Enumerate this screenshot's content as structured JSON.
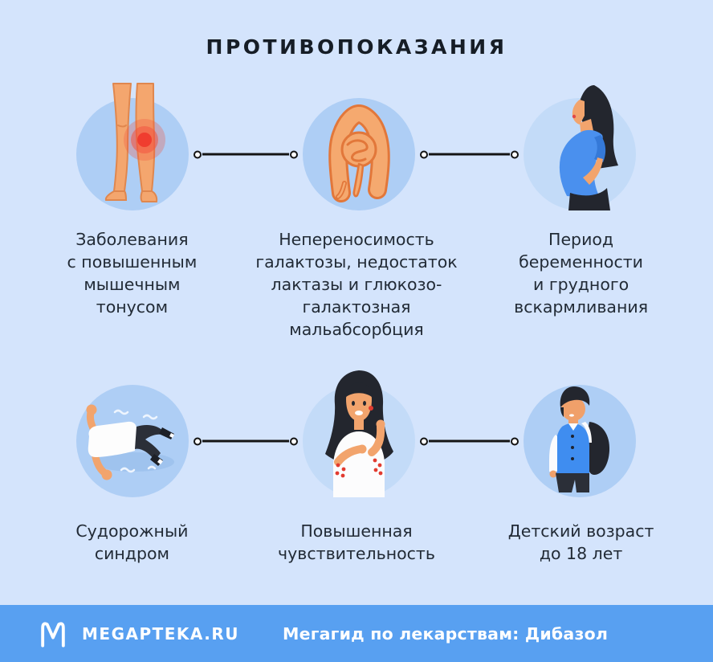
{
  "title": "ПРОТИВОПОКАЗАНИЯ",
  "items": [
    {
      "icon": "legs-muscle-pain",
      "label": "Заболевания\nс повышенным\nмышечным\nтонусом"
    },
    {
      "icon": "intestines",
      "label": "Непереносимость\nгалактозы, недостаток\nлактазы и глюкозо-\nгалактозная\nмальабсорбция"
    },
    {
      "icon": "pregnant-woman",
      "label": "Период\nбеременности\nи грудного\nвскармливания"
    },
    {
      "icon": "seizure-person",
      "label": "Судорожный\nсиндром"
    },
    {
      "icon": "allergy-rash-woman",
      "label": "Повышенная\nчувствительность"
    },
    {
      "icon": "child-with-backpack",
      "label": "Детский возраст\nдо 18 лет"
    }
  ],
  "footer": {
    "brand": "MEGAPTEKA.RU",
    "caption": "Мегагид по лекарствам: Дибазол"
  },
  "colors": {
    "background": "#d4e4fc",
    "icon_circle": "#aecef5",
    "text": "#222b36",
    "connector": "#141414",
    "footer_background": "#58a0f1",
    "footer_text": "#ffffff",
    "alert_red": "#ef4136",
    "illustration_orange": "#f5a96f",
    "illustration_orange_outline": "#e2773a",
    "skin_tone": "#f2a46d",
    "clothing_blue": "#4a90ee",
    "dark_hair": "#23262e"
  }
}
